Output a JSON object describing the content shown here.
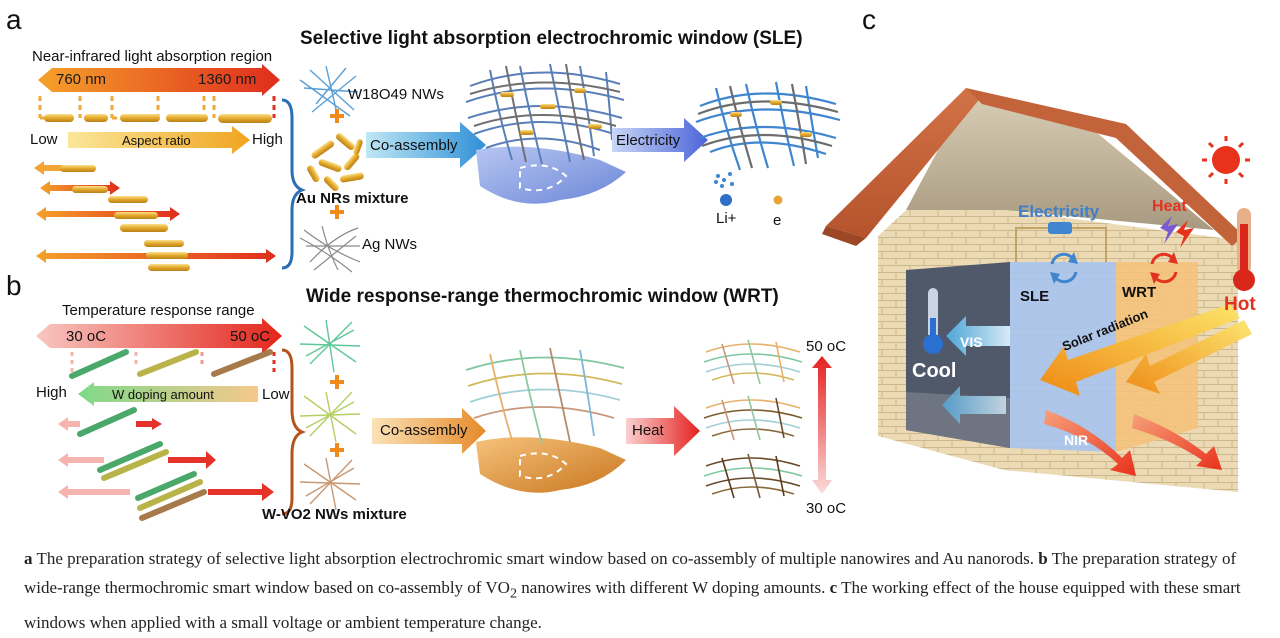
{
  "panels": {
    "a": "a",
    "b": "b",
    "c": "c"
  },
  "sle": {
    "title": "Selective light absorption electrochromic window (SLE)",
    "nir_region_label": "Near-infrared light absorption region",
    "nm_low": "760 nm",
    "nm_high": "1360 nm",
    "low": "Low",
    "high": "High",
    "aspect_ratio": "Aspect ratio",
    "w18o49": "W18O49 NWs",
    "co_assembly": "Co-assembly",
    "electricity": "Electricity",
    "au_mixture": "Au NRs mixture",
    "ag_nws": "Ag NWs",
    "li": "Li+",
    "e": "e"
  },
  "wrt": {
    "title": "Wide response-range thermochromic window (WRT)",
    "temp_range_label": "Temperature response range",
    "t_low": "30 oC",
    "t_high": "50 oC",
    "high": "High",
    "low": "Low",
    "doping": "W doping amount",
    "co_assembly": "Co-assembly",
    "heat": "Heat",
    "mixture": "W-VO2 NWs mixture",
    "top_temp": "50 oC",
    "bottom_temp": "30 oC"
  },
  "house": {
    "electricity": "Electricity",
    "heat": "Heat",
    "sle": "SLE",
    "wrt": "WRT",
    "hot": "Hot",
    "cool": "Cool",
    "vis": "VIS",
    "solar": "Solar radiation",
    "nir": "NIR"
  },
  "caption": {
    "a_tag": "a",
    "a_text": " The preparation strategy of selective light absorption electrochromic smart window based on co-assembly of multiple nanowires and Au nanorods. ",
    "b_tag": "b",
    "b_text_1": " The preparation strategy of wide-range thermochromic smart window based on co-assembly of VO",
    "b_sub": "2",
    "b_text_2": " nanowires with different W doping amounts. ",
    "c_tag": "c",
    "c_text": " The working effect of the house equipped with these smart windows when applied with a small voltage or ambient temperature change."
  },
  "colors": {
    "orange": "#f28a1c",
    "red": "#e53a24",
    "gold": "#e8b73a",
    "blue": "#4a90d0",
    "roof": "#c0623a",
    "wall": "#e6d2aa"
  }
}
